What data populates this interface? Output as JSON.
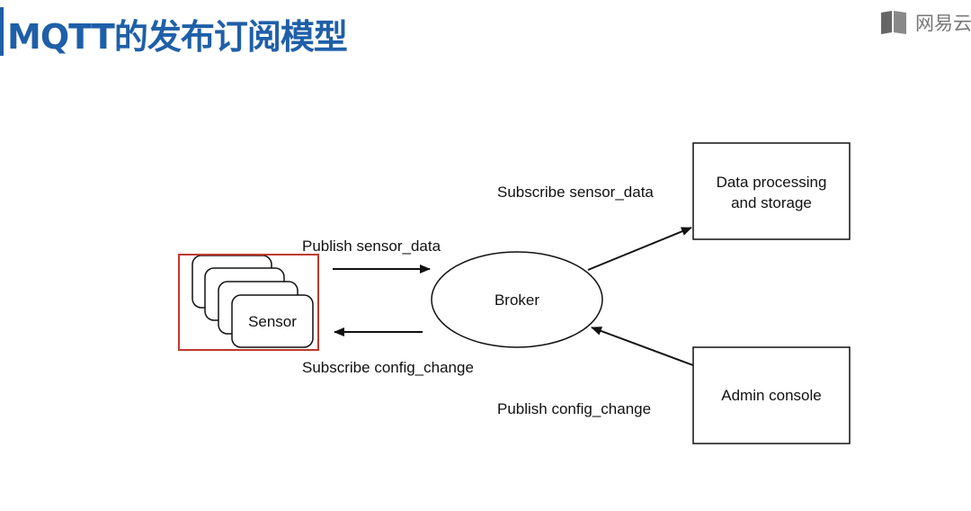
{
  "slide": {
    "title": "MQTT的发布订阅模型"
  },
  "logo": {
    "text": "网易云",
    "icon": "book-icon"
  },
  "diagram": {
    "nodes": {
      "sensor": "Sensor",
      "broker": "Broker",
      "processing_line1": "Data processing",
      "processing_line2": "and storage",
      "admin": "Admin console"
    },
    "edges": {
      "publish_sensor_data": "Publish sensor_data",
      "subscribe_config_change": "Subscribe config_change",
      "subscribe_sensor_data": "Subscribe sensor_data",
      "publish_config_change": "Publish config_change"
    },
    "highlight_color": "#c0392b"
  }
}
